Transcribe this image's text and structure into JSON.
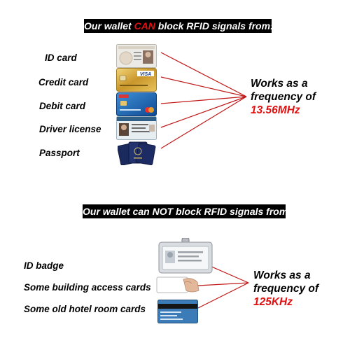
{
  "section1": {
    "banner_pre": "Our wallet ",
    "banner_highlight": "CAN",
    "banner_post": " block RFID signals from:",
    "items": [
      {
        "label": "ID card"
      },
      {
        "label": "Credit card"
      },
      {
        "label": "Debit card"
      },
      {
        "label": "Driver license"
      },
      {
        "label": "Passport"
      }
    ],
    "works_line1": "Works as a",
    "works_line2": "frequency of",
    "frequency": "13.56MHz"
  },
  "section2": {
    "banner_pre": "Our wallet can ",
    "banner_highlight": "NOT",
    "banner_post": " block RFID signals from:",
    "items": [
      {
        "label": "ID badge"
      },
      {
        "label": "Some building access cards"
      },
      {
        "label": "Some old hotel room cards"
      }
    ],
    "works_line1": "Works as a",
    "works_line2": "frequency of",
    "frequency": "125KHz"
  },
  "colors": {
    "highlight": "#e01010",
    "line": "#c01818",
    "banner_bg": "#000000"
  }
}
